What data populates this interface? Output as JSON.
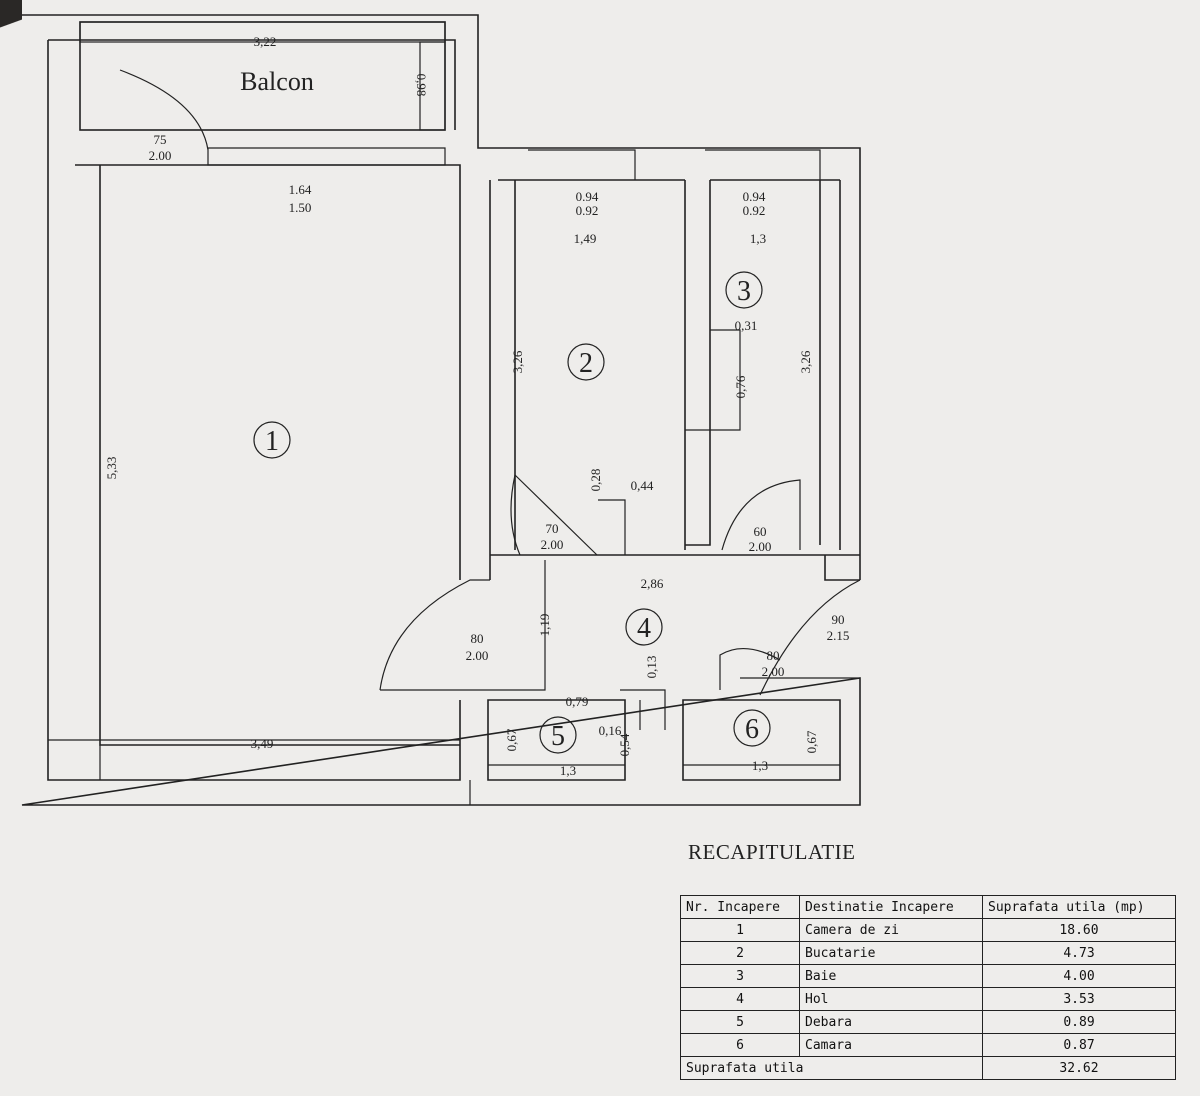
{
  "plan": {
    "balcony": {
      "label": "Balcon",
      "width": "3,22",
      "depth": "0,98",
      "door": {
        "w": "75",
        "h": "2.00"
      }
    },
    "room1": {
      "number": "1",
      "window": {
        "w": "1.64",
        "h": "1.50"
      },
      "height": "5,33",
      "width": "3,49"
    },
    "room2": {
      "number": "2",
      "window": {
        "w": "0.94",
        "h": "0.92"
      },
      "width": "1,49",
      "height": "3,26",
      "d1": "0,28",
      "d2": "0,44",
      "door": {
        "w": "70",
        "h": "2.00"
      }
    },
    "room3": {
      "number": "3",
      "window": {
        "w": "0.94",
        "h": "0.92"
      },
      "width": "1,3",
      "d1": "0,31",
      "d2": "0,76",
      "height": "3,26",
      "door": {
        "w": "60",
        "h": "2.00"
      }
    },
    "room4": {
      "number": "4",
      "width": "2,86",
      "height": "1,19",
      "d1": "0,13",
      "door_room1": {
        "w": "80",
        "h": "2.00"
      },
      "entrance": {
        "w": "90",
        "h": "2.15"
      },
      "door_room6": {
        "w": "80",
        "h": "2.00"
      }
    },
    "room5": {
      "number": "5",
      "d1": "0,79",
      "height": "0,67",
      "d2": "0,16",
      "d3": "0,54",
      "width": "1,3"
    },
    "room6": {
      "number": "6",
      "height": "0,67",
      "width": "1,3"
    }
  },
  "summary": {
    "title": "RECAPITULATIE",
    "headers": [
      "Nr. Incapere",
      "Destinatie Incapere",
      "Suprafata utila (mp)"
    ],
    "rows": [
      {
        "nr": "1",
        "name": "Camera de zi",
        "area": "18.60"
      },
      {
        "nr": "2",
        "name": "Bucatarie",
        "area": "4.73"
      },
      {
        "nr": "3",
        "name": "Baie",
        "area": "4.00"
      },
      {
        "nr": "4",
        "name": "Hol",
        "area": "3.53"
      },
      {
        "nr": "5",
        "name": "Debara",
        "area": "0.89"
      },
      {
        "nr": "6",
        "name": "Camara",
        "area": "0.87"
      }
    ],
    "total_label": "Suprafata utila",
    "total": "32.62"
  }
}
